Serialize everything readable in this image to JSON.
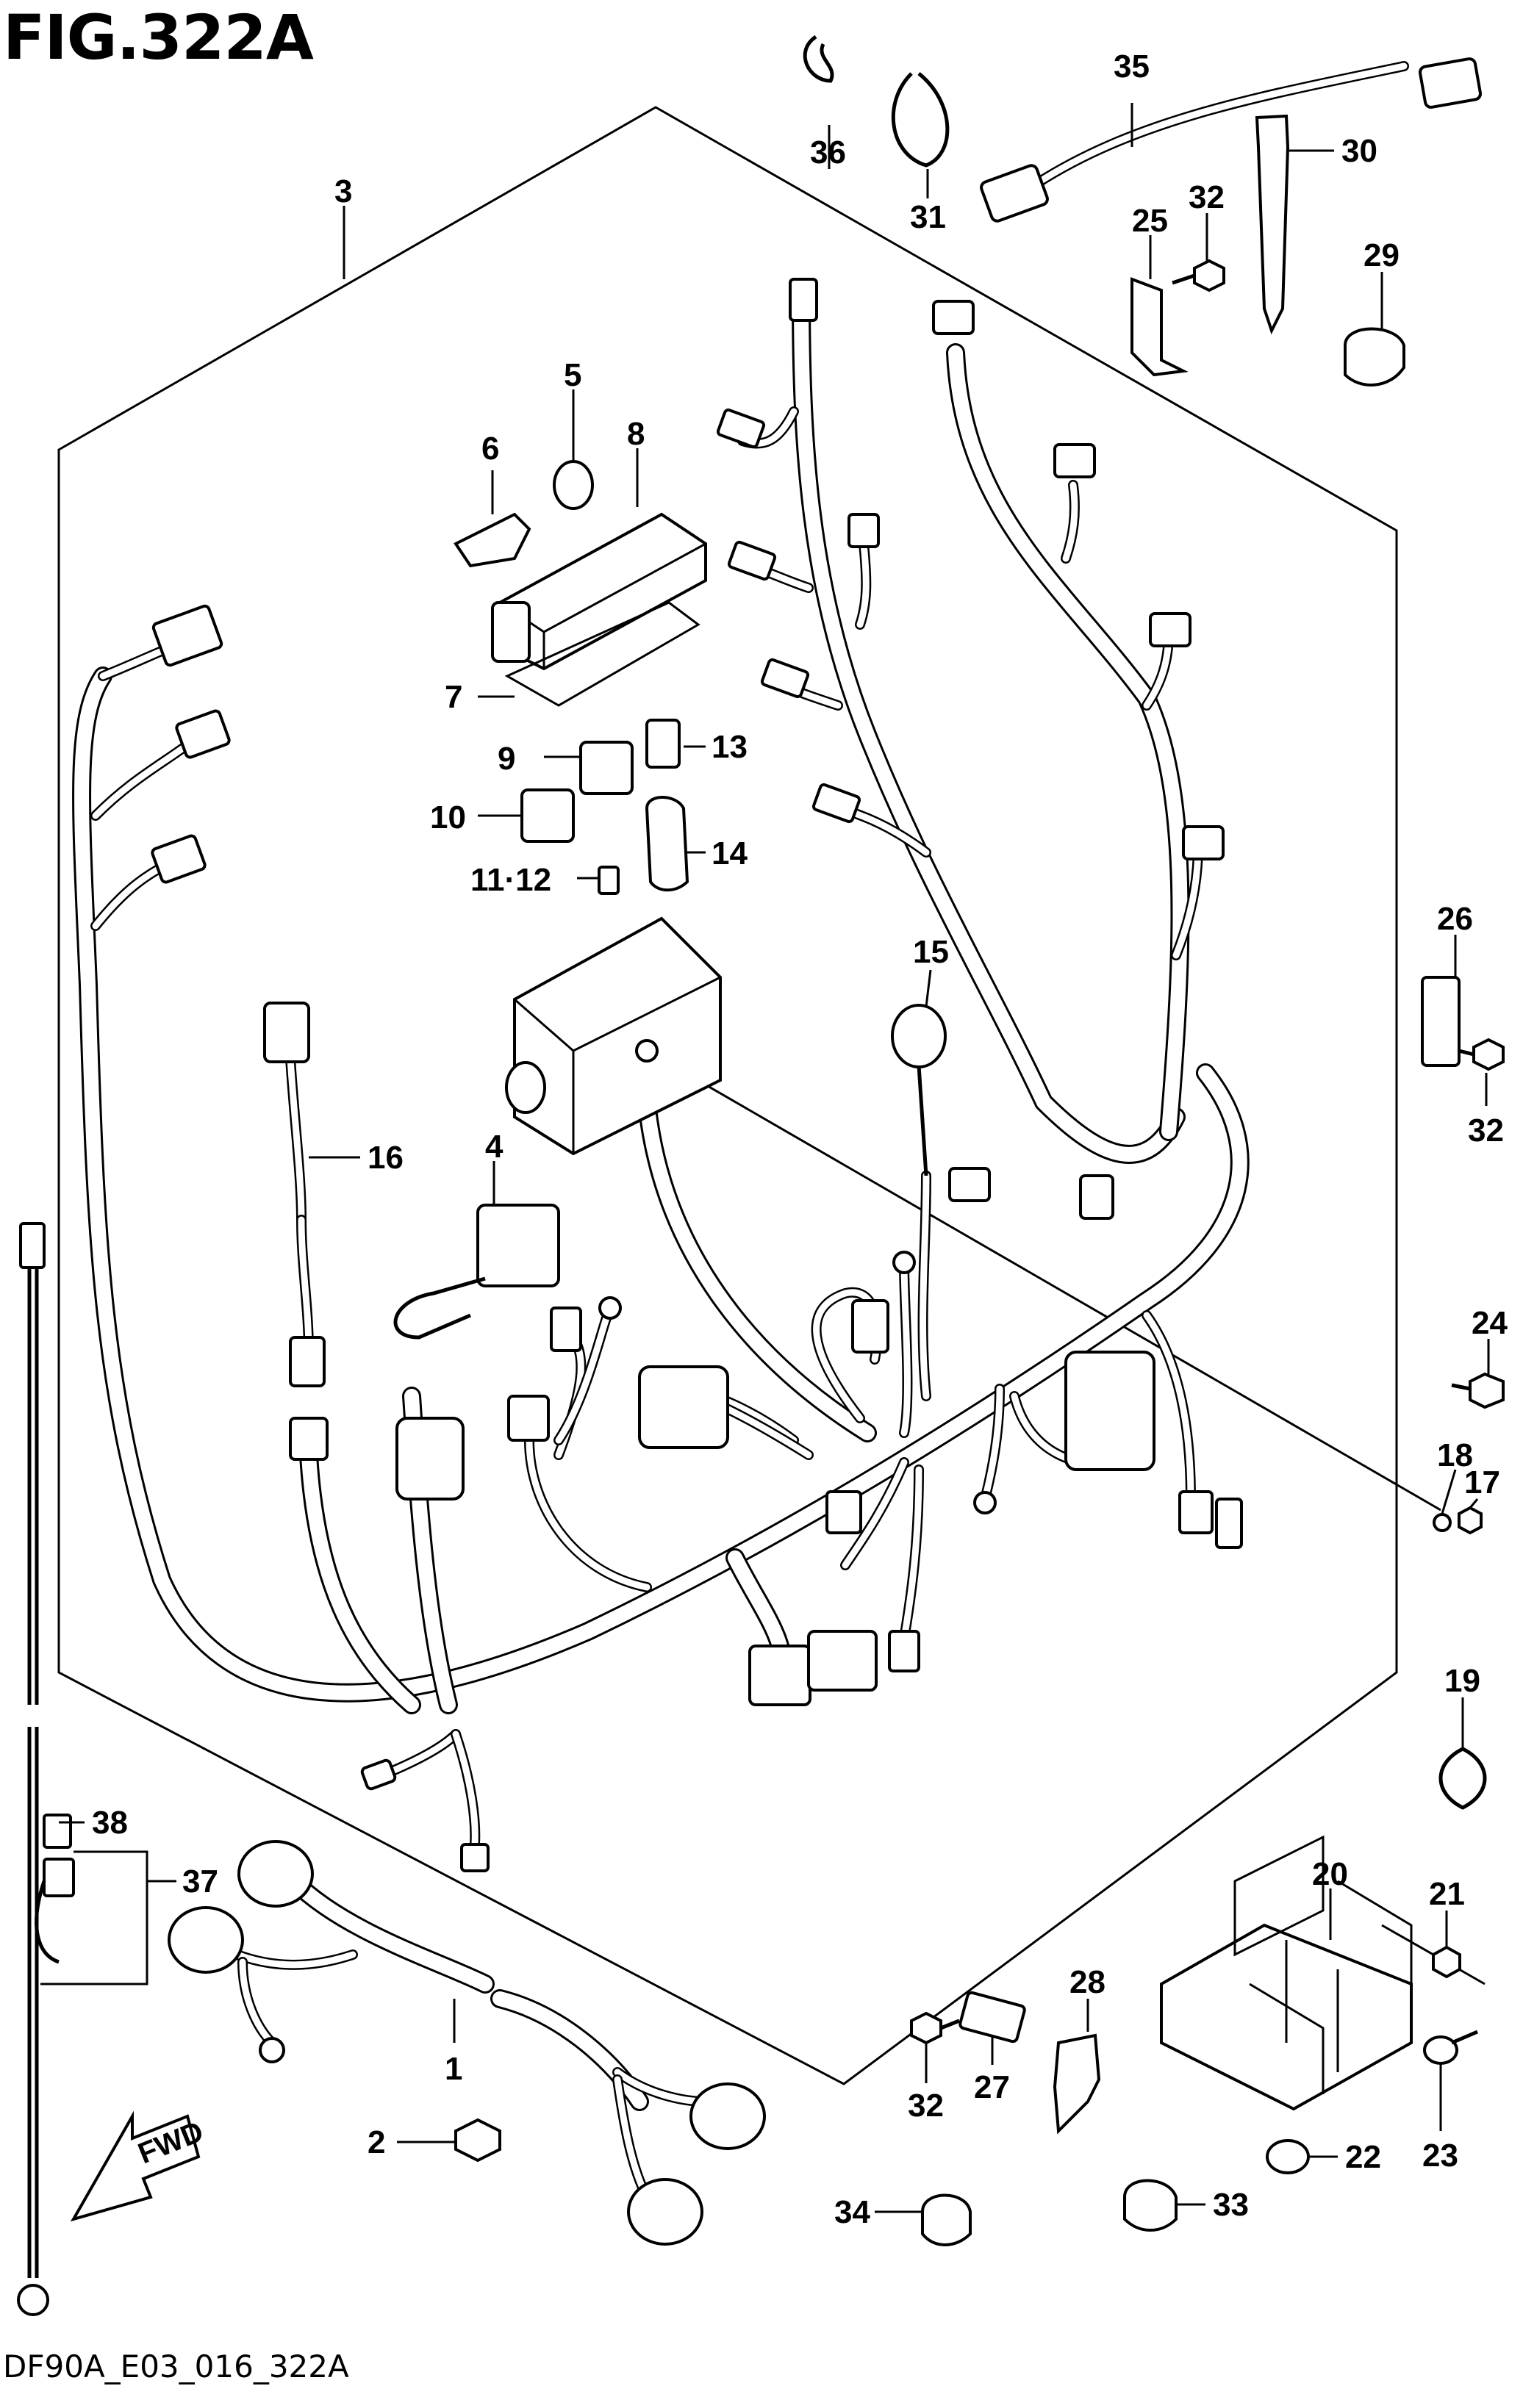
{
  "figure": {
    "title": "FIG.322A",
    "code": "DF90A_E03_016_322A"
  },
  "direction_label": "FWD",
  "callouts": [
    {
      "id": "c1",
      "label": "1"
    },
    {
      "id": "c2",
      "label": "2"
    },
    {
      "id": "c3",
      "label": "3"
    },
    {
      "id": "c4",
      "label": "4"
    },
    {
      "id": "c5",
      "label": "5"
    },
    {
      "id": "c6",
      "label": "6"
    },
    {
      "id": "c7",
      "label": "7"
    },
    {
      "id": "c8",
      "label": "8"
    },
    {
      "id": "c9",
      "label": "9"
    },
    {
      "id": "c10",
      "label": "10"
    },
    {
      "id": "c11",
      "label": "11·12"
    },
    {
      "id": "c13",
      "label": "13"
    },
    {
      "id": "c14",
      "label": "14"
    },
    {
      "id": "c15",
      "label": "15"
    },
    {
      "id": "c16",
      "label": "16"
    },
    {
      "id": "c17",
      "label": "17"
    },
    {
      "id": "c18",
      "label": "18"
    },
    {
      "id": "c19",
      "label": "19"
    },
    {
      "id": "c20",
      "label": "20"
    },
    {
      "id": "c21",
      "label": "21"
    },
    {
      "id": "c22",
      "label": "22"
    },
    {
      "id": "c23",
      "label": "23"
    },
    {
      "id": "c24",
      "label": "24"
    },
    {
      "id": "c25",
      "label": "25"
    },
    {
      "id": "c26",
      "label": "26"
    },
    {
      "id": "c27",
      "label": "27"
    },
    {
      "id": "c28",
      "label": "28"
    },
    {
      "id": "c29",
      "label": "29"
    },
    {
      "id": "c30",
      "label": "30"
    },
    {
      "id": "c31",
      "label": "31"
    },
    {
      "id": "c32a",
      "label": "32"
    },
    {
      "id": "c32b",
      "label": "32"
    },
    {
      "id": "c32c",
      "label": "32"
    },
    {
      "id": "c33",
      "label": "33"
    },
    {
      "id": "c34",
      "label": "34"
    },
    {
      "id": "c35",
      "label": "35"
    },
    {
      "id": "c36",
      "label": "36"
    },
    {
      "id": "c37",
      "label": "37"
    },
    {
      "id": "c38",
      "label": "38"
    }
  ]
}
